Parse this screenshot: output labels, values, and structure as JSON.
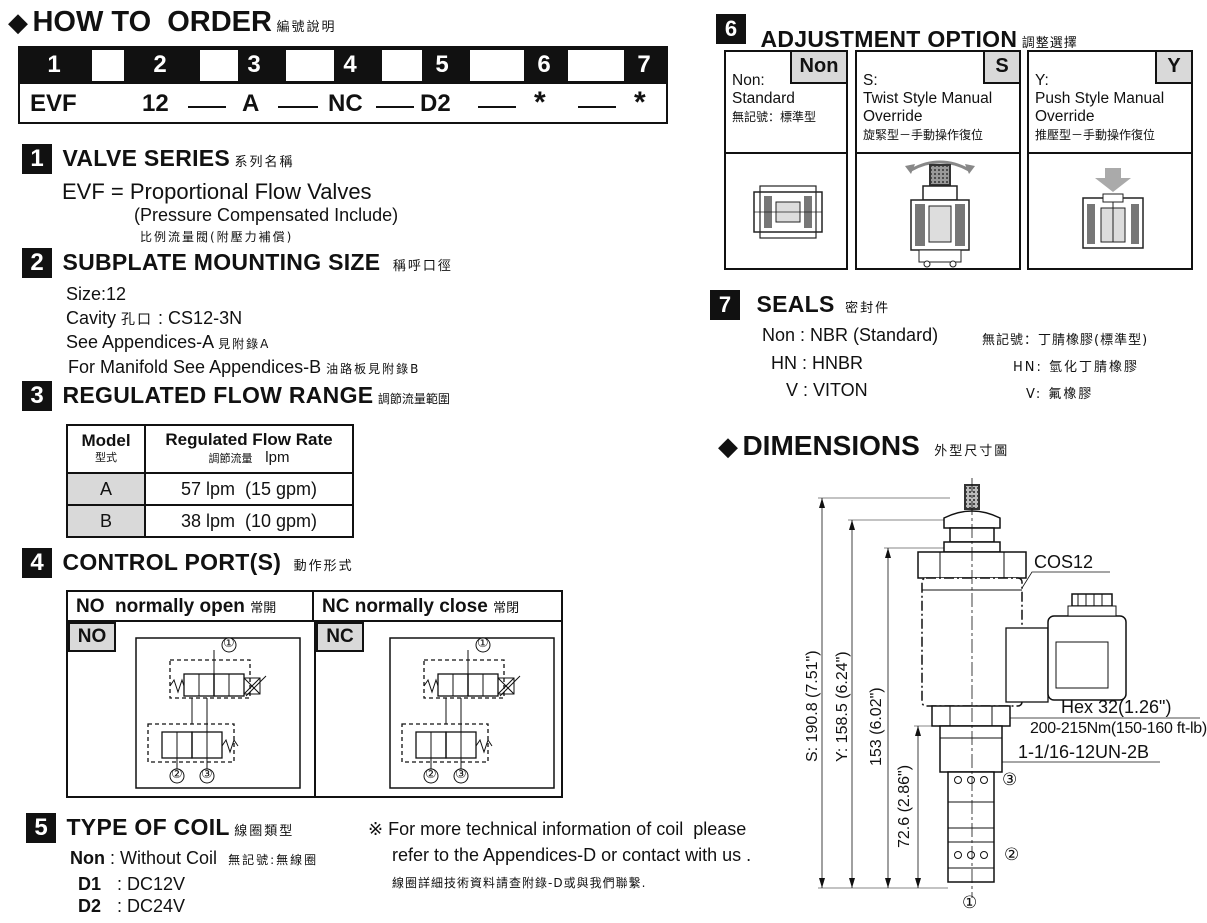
{
  "how_to_order": {
    "title": "HOW TO  ORDER",
    "title_cjk": "編號說明",
    "numbers": [
      "1",
      "2",
      "3",
      "4",
      "5",
      "6",
      "7"
    ],
    "codes": [
      "EVF",
      "12",
      "A",
      "NC",
      "D2",
      "*",
      "*"
    ]
  },
  "s1": {
    "num": "1",
    "title": "VALVE SERIES",
    "title_cjk": "系列名稱",
    "line1": "EVF = Proportional Flow Valves",
    "line2": "(Pressure Compensated Include)",
    "line3": "比例流量閥(附壓力補償)"
  },
  "s2": {
    "num": "2",
    "title": "SUBPLATE MOUNTING SIZE",
    "title_cjk": "稱呼口徑",
    "size": "Size:12",
    "cavity": "Cavity",
    "cavity_cjk": "孔口",
    "cavity_val": ": CS12-3N",
    "app_a": "See Appendices-A",
    "app_a_cjk": "見附錄A",
    "app_b": "For Manifold See Appendices-B",
    "app_b_cjk": "油路板見附錄B"
  },
  "s3": {
    "num": "3",
    "title": "REGULATED FLOW RANGE",
    "title_cjk": "調節流量範圍",
    "col1": "Model",
    "col1_cjk": "型式",
    "col2": "Regulated Flow Rate",
    "col2_cjk": "調節流量",
    "col2_unit": "lpm",
    "rows": [
      {
        "model": "A",
        "rate": "57 lpm  (15 gpm)"
      },
      {
        "model": "B",
        "rate": "38 lpm  (10 gpm)"
      }
    ]
  },
  "s4": {
    "num": "4",
    "title": "CONTROL PORT(S)",
    "title_cjk": "動作形式",
    "no_head": "NO  normally open",
    "no_head_cjk": "常開",
    "no_tag": "NO",
    "nc_head": "NC normally close",
    "nc_head_cjk": "常閉",
    "nc_tag": "NC",
    "p1": "①",
    "p2": "②",
    "p3": "③"
  },
  "s5": {
    "num": "5",
    "title": "TYPE OF COIL",
    "title_cjk": "線圈類型",
    "non_code": "Non",
    "non_text": ": Without Coil",
    "non_cjk": "無記號:無線圈",
    "d1_code": "D1",
    "d1_text": ": DC12V",
    "d2_code": "D2",
    "d2_text": ": DC24V",
    "note1": "※ For more technical information of coil  please",
    "note2": "refer to the Appendices-D or contact with us .",
    "note3": "線圈詳細技術資料請查附錄-D或與我們聯繫."
  },
  "s6": {
    "num": "6",
    "title": "ADJUSTMENT OPTION",
    "title_cjk": "調整選擇",
    "panels": [
      {
        "tag": "Non",
        "l1": "Non:",
        "l2": "Standard",
        "l3": "無記號：標準型"
      },
      {
        "tag": "S",
        "l1": "S:",
        "l2": "Twist Style Manual",
        "l3": "Override",
        "l4": "旋緊型－手動操作復位"
      },
      {
        "tag": "Y",
        "l1": "Y:",
        "l2": "Push Style Manual",
        "l3": "Override",
        "l4": "推壓型－手動操作復位"
      }
    ]
  },
  "s7": {
    "num": "7",
    "title": "SEALS",
    "title_cjk": "密封件",
    "rows": [
      {
        "en": "Non : NBR (Standard)",
        "cjk": "無記號：丁腈橡膠(標準型)"
      },
      {
        "en": "HN : HNBR",
        "cjk": "HN: 氫化丁腈橡膠"
      },
      {
        "en": "V : VITON",
        "cjk": "V: 氟橡膠"
      }
    ]
  },
  "dims": {
    "title": "DIMENSIONS",
    "title_cjk": "外型尺寸圖",
    "cos": "COS12",
    "hex": "Hex 32(1.26\")",
    "torque": "200-215Nm(150-160 ft-lb)",
    "thread": "1-1/16-12UN-2B",
    "d_s": "S: 190.8 (7.51\")",
    "d_y": "Y: 158.5 (6.24\")",
    "d_153": "153 (6.02\")",
    "d_72": "72.6 (2.86\")",
    "p1": "①",
    "p2": "②",
    "p3": "③"
  }
}
